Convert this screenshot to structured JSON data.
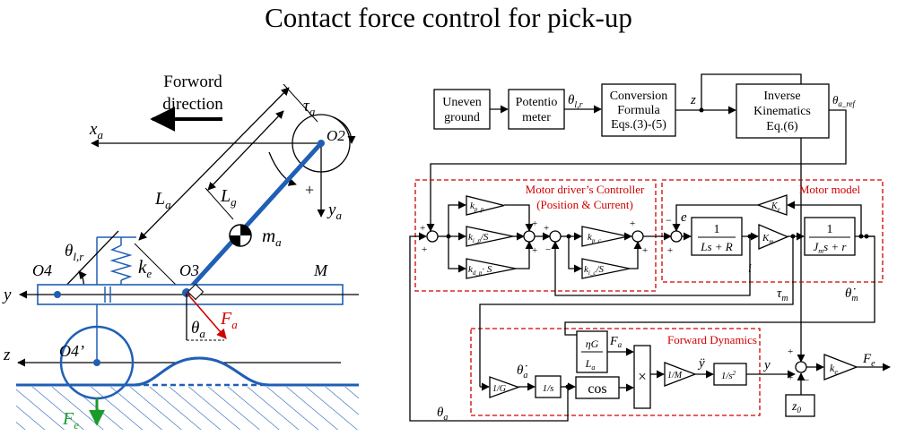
{
  "title": "Contact force control for pick-up",
  "mechanism": {
    "forward_line1": "Forword",
    "forward_line2": "direction",
    "xa": "x",
    "xa_sub": "a",
    "ya": "y",
    "ya_sub": "a",
    "tau": "τ",
    "tau_sub": "a",
    "O2": "O2",
    "O3": "O3",
    "O4": "O4",
    "O4p": "O4’",
    "M": "M",
    "La": "L",
    "La_sub": "a",
    "Lg": "L",
    "Lg_sub": "g",
    "ma": "m",
    "ma_sub": "a",
    "ke": "k",
    "ke_sub": "e",
    "theta_lr": "θ",
    "theta_lr_sub": "l,r",
    "theta_a": "θ",
    "theta_a_sub": "a",
    "Fa": "F",
    "Fa_sub": "a",
    "Fe": "F",
    "Fe_sub": "e",
    "y": "y",
    "z": "z",
    "plus": "+"
  },
  "block": {
    "uneven_l1": "Uneven",
    "uneven_l2": "ground",
    "pot_l1": "Potentio",
    "pot_l2": "meter",
    "theta_lr": "θ",
    "theta_lr_sub": "l,r",
    "conv_l1": "Conversion",
    "conv_l2": "Formula",
    "conv_l3": "Eqs.(3)-(5)",
    "z": "z",
    "ik_l1": "Inverse",
    "ik_l2": "Kinematics",
    "ik_l3": "Eq.(6)",
    "theta_ref": "θ",
    "theta_ref_sub": "a_ref",
    "controller_l1": "Motor driver’s Controller",
    "controller_l2": "(Position & Current)",
    "motor_model": "Motor model",
    "forward_dyn": "Forward Dynamics",
    "kpp": "k",
    "kpp_sub": "p_p",
    "kip": "k",
    "kip_sub": "i_p",
    "kdp": "k",
    "kdp_sub": "d_p",
    "kpc": "k",
    "kpc_sub": "p_c",
    "kic": "k",
    "kic_sub": "i_c",
    "per_s": "/S",
    "dot_s": "· S",
    "Ke": "K",
    "Ke_sub": "e",
    "e": "e",
    "one": "1",
    "Ls_R": "Ls + R",
    "Km": "K",
    "Km_sub": "m",
    "Jm": "J",
    "Jm_sub": "m",
    "Jm_rest": "s + r",
    "i": "i",
    "tau_m": "τ",
    "tau_m_sub": "m",
    "theta_dot_m": "θ̇",
    "theta_dot_m_sub": "m",
    "etaG": "ηG",
    "La": "L",
    "La_sub": "a",
    "Fa": "F",
    "Fa_sub": "a",
    "inv_G": "1/G",
    "theta_dot_a": "θ̇",
    "theta_dot_a_sub": "a",
    "inv_s": "1/s",
    "cos": "cos",
    "times": "×",
    "inv_M": "1/M",
    "ydd": "ÿ",
    "inv_s2": "1/s",
    "inv_s2_sup": "2",
    "y": "y",
    "ke": "k",
    "ke_sub": "e",
    "Fe": "F",
    "Fe_sub": "e",
    "z0": "z",
    "z0_sub": "0",
    "theta_a": "θ",
    "theta_a_sub": "a",
    "plus": "+",
    "minus": "−"
  }
}
